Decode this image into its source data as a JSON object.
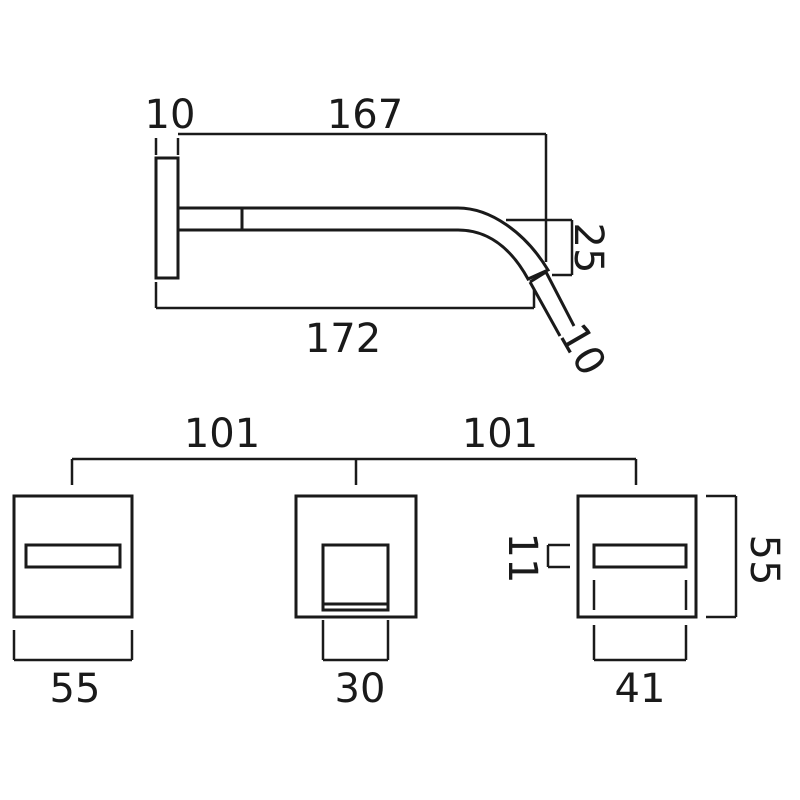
{
  "side_view": {
    "flange_thickness": "10",
    "spout_reach": "167",
    "spout_height": "25",
    "outlet_diameter": "10",
    "overall_length": "172"
  },
  "front_view": {
    "centre_left": "101",
    "centre_right": "101",
    "left_handle_width": "55",
    "spout_plate_opening": "30",
    "right_handle_width": "41",
    "right_lever_height": "11",
    "right_plate_height": "55"
  }
}
